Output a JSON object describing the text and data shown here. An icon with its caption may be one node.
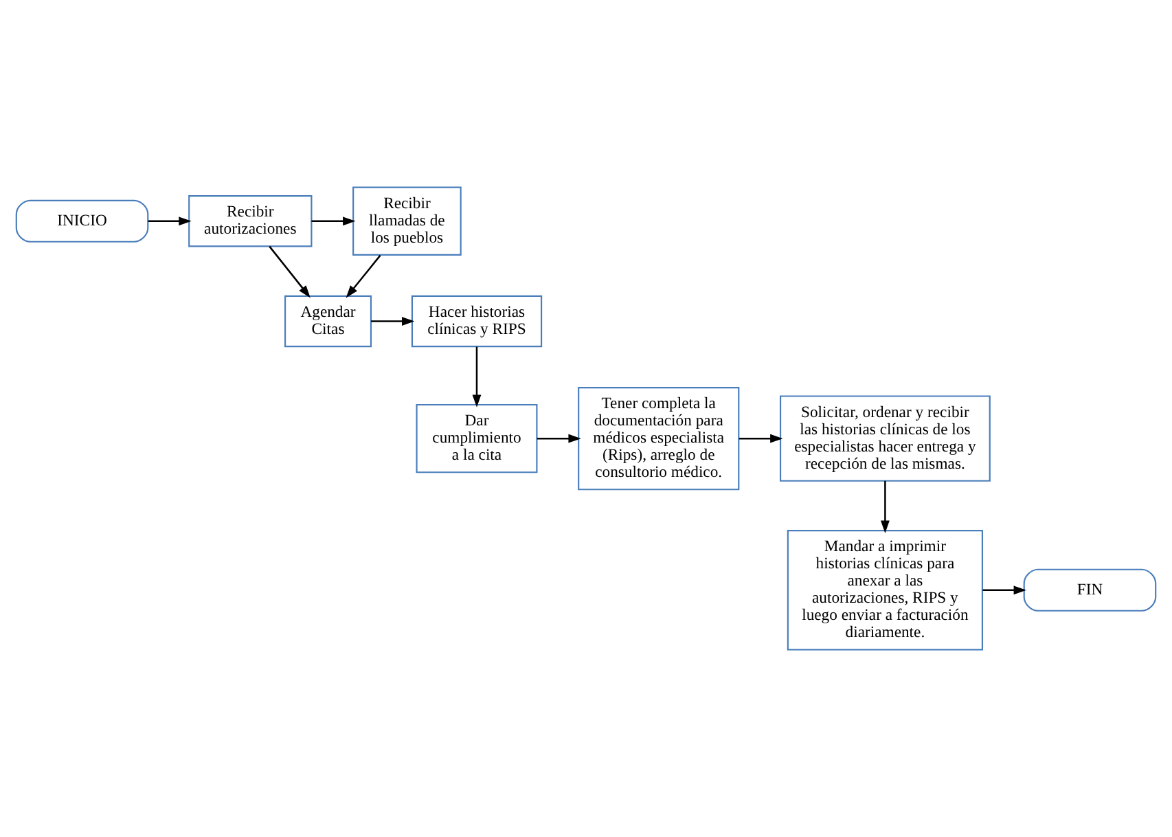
{
  "diagram": {
    "nodes": [
      {
        "text": [
          "INICIO"
        ]
      },
      {
        "text": [
          "Recibir autorizaciones"
        ]
      },
      {
        "text": [
          "Recibir llamadas de los pueblos"
        ]
      },
      {
        "text": [
          "Agendar Citas"
        ]
      },
      {
        "text": [
          "Hacer historias clínicas y RIPS"
        ]
      },
      {
        "text": [
          "Dar cumplimiento a la cita"
        ]
      },
      {
        "text": [
          "Tener completa la documentación para médicos especialista (Rips), arreglo de consultorio médico."
        ]
      },
      {
        "text": [
          "Solicitar, ordenar y recibir las historias clínicas de los especialistas hacer entrega y recepción de las mismas."
        ]
      },
      {
        "text": [
          "Mandar a imprimir historias clínicas para anexar a las autorizaciones, RIPS y luego enviar a facturación diariamente."
        ]
      },
      {
        "text": [
          "FIN"
        ]
      }
    ],
    "edges": [
      {
        "from": 0,
        "to": 1,
        "arrow": "to"
      },
      {
        "from": 1,
        "to": 2,
        "arrow": "to"
      },
      {
        "from": 1,
        "to": 3,
        "arrow": "to"
      },
      {
        "from": 2,
        "to": 3,
        "arrow": "to"
      },
      {
        "from": 3,
        "to": 4,
        "arrow": "to"
      },
      {
        "from": 4,
        "to": 5,
        "arrow": "to"
      },
      {
        "from": 5,
        "to": 6,
        "arrow": "to"
      },
      {
        "from": 6,
        "to": 7,
        "arrow": "to"
      },
      {
        "from": 7,
        "to": 8,
        "arrow": "to"
      },
      {
        "from": 8,
        "to": 9,
        "arrow": "to"
      }
    ]
  }
}
